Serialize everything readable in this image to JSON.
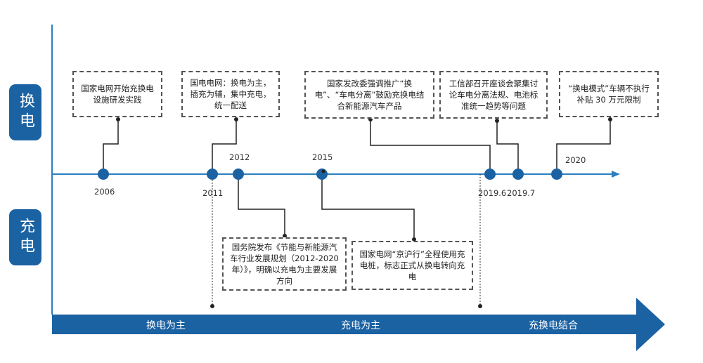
{
  "side_labels": {
    "swap": "换电",
    "charge": "充电"
  },
  "years": [
    "2006",
    "2011",
    "2012",
    "2015",
    "2019.6",
    "2019.7",
    "2020"
  ],
  "events_top": [
    "国家电网开始充换电设施研发实践",
    "国电电网：换电为主，插充为辅，集中充电，统一配送",
    "国家发改委强调推广“换电”、“车电分离”鼓励充换电结合新能源汽车产品",
    "工信部召开座谈会聚集讨论车电分离法规、电池标准统一趋势等问题",
    "“换电模式”车辆不执行补贴 30 万元限制"
  ],
  "events_bottom": [
    "国务院发布《节能与新能源汽车行业发展规划（2012-2020 年）》，明确以充电为主要发展方向",
    "国家电网“京沪行”全程使用充电桩，标志正式从换电转向充电"
  ],
  "phases": [
    "换电为主",
    "充电为主",
    "充换电结合"
  ],
  "colors": {
    "accent": "#1b62a3",
    "line": "#2a7fc0",
    "node": "#1b62a3",
    "connector": "#222222"
  }
}
